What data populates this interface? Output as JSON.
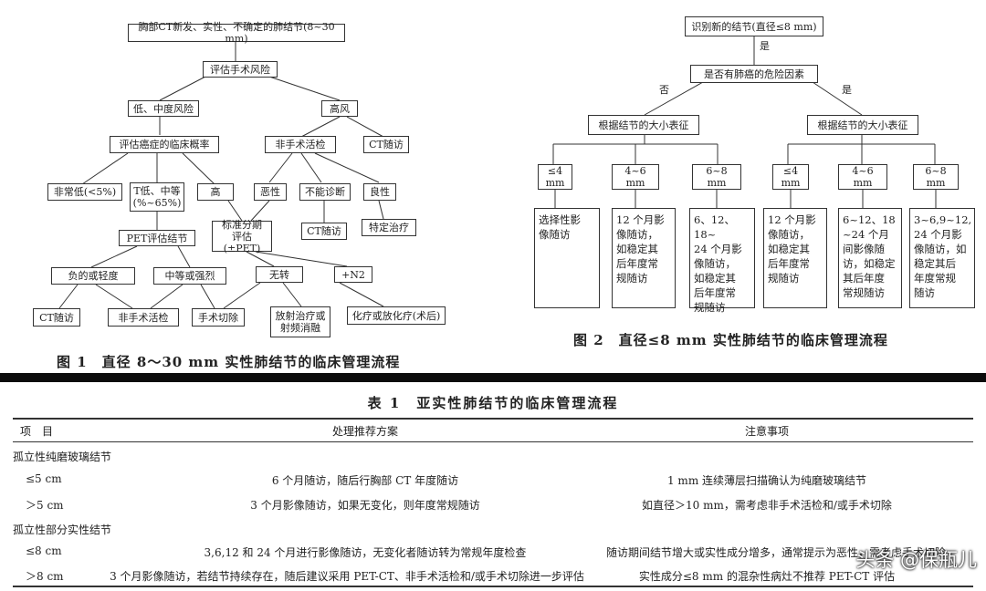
{
  "fig1": {
    "caption": "图 1　直径 8～30 mm 实性肺结节的临床管理流程",
    "root": "胸部CT新发、实性、不确定的肺结节(8~30 mm)",
    "assess": "评估手术风险",
    "low_mid": "低、中度风险",
    "high_risk": "高风",
    "assess_prob": "评估癌症的临床概率",
    "nonsurg_biopsy": "非手术活检",
    "ct_follow_1": "CT随访",
    "very_low": "非常低(<5%)",
    "low_mid_prob": "T低、中等\n(%~65%)",
    "high_prob": "高",
    "malignant": "恶性",
    "undiagnosed": "不能诊断",
    "benign": "良性",
    "pet_eval": "PET评估结节",
    "staging": "标准分期\n评估(±PET)",
    "ct_follow_2": "CT随访",
    "specific_treat": "特定治疗",
    "neg_mild": "负的或轻度",
    "mid_strong": "中等或强烈",
    "no_metastasis": "无转",
    "n2": "+N2",
    "ct_follow_3": "CT随访",
    "nonsurg_biopsy_2": "非手术活检",
    "surgical_resection": "手术切除",
    "radiotherapy": "放射治疗或\n射频消融",
    "chemo": "化疗或放化疗(术后)"
  },
  "fig2": {
    "caption": "图 2　直径≤8 mm 实性肺结节的临床管理流程",
    "root": "识别新的结节(直径≤8 mm)",
    "yes_top": "是",
    "risk_q": "是否有肺癌的危险因素",
    "no": "否",
    "yes": "是",
    "size_left": "根据结节的大小表征",
    "size_right": "根据结节的大小表征",
    "s1": "≤4 mm",
    "s2": "4~6 mm",
    "s3": "6~8 mm",
    "s4": "≤4 mm",
    "s5": "4~6 mm",
    "s6": "6~8 mm",
    "a1": "选择性影\n像随访",
    "a2": "12 个月影\n像随访，\n如稳定其\n后年度常\n规随访",
    "a3": "6、12、18~\n24 个月影\n像随访，\n如稳定其\n后年度常\n规随访",
    "a4": "12 个月影\n像随访，\n如稳定其\n后年度常\n规随访",
    "a5": "6~12、18\n~24 个月\n间影像随\n访，如稳定\n其后年度\n常规随访",
    "a6": "3~6,9~12,\n24 个月影\n像随访，如\n稳定其后\n年度常规\n随访"
  },
  "table": {
    "title": "表 1　亚实性肺结节的临床管理流程",
    "headers": [
      "项　目",
      "处理推荐方案",
      "注意事项"
    ],
    "group1": "孤立性纯磨玻璃结节",
    "rows1": [
      [
        "≤5 cm",
        "6 个月随访，随后行胸部 CT 年度随访",
        "1 mm 连续薄层扫描确认为纯磨玻璃结节"
      ],
      [
        "＞5 cm",
        "3 个月影像随访，如果无变化，则年度常规随访",
        "如直径＞10 mm，需考虑非手术活检和/或手术切除"
      ]
    ],
    "group2": "孤立性部分实性结节",
    "rows2": [
      [
        "≤8 cm",
        "3,6,12 和 24 个月进行影像随访，无变化者随访转为常规年度检查",
        "随访期间结节增大或实性成分增多，通常提示为恶性，需考虑手术切除"
      ],
      [
        "＞8 cm",
        "3 个月影像随访，若结节持续存在，随后建议采用 PET-CT、非手术活检和/或手术切除进一步评估",
        "实性成分≤8 mm 的混杂性病灶不推荐 PET-CT 评估"
      ]
    ]
  },
  "watermark": "头条 @保瓶儿"
}
